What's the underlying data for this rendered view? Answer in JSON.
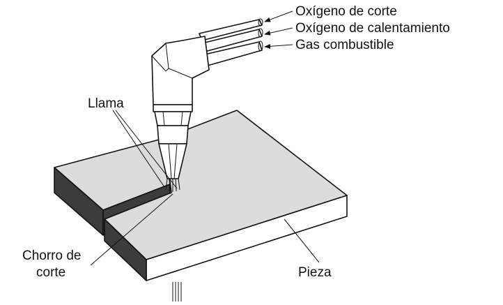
{
  "labels": {
    "oxigeno_corte": "Oxígeno de corte",
    "oxigeno_calentamiento": "Oxígeno de calentamiento",
    "gas_combustible": "Gas combustible",
    "llama": "Llama",
    "chorro_line1": "Chorro de",
    "chorro_line2": "corte",
    "pieza": "Pieza"
  },
  "colors": {
    "plate_top": "#dcdcdc",
    "plate_side": "#3c3c3c",
    "torch_body": "#ffffff",
    "outline": "#111111"
  }
}
